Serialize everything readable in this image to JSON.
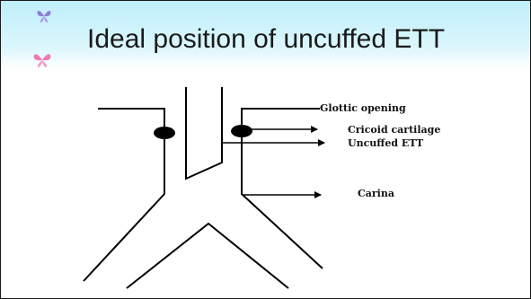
{
  "slide": {
    "title": "Ideal position of uncuffed ETT"
  },
  "diagram": {
    "labels": {
      "glottic": "Glottic opening",
      "cricoid": "Cricoid cartilage",
      "ett": "Uncuffed ETT",
      "carina": "Carina"
    }
  },
  "colors": {
    "header_top": "#bfeefa",
    "butterfly_blue": "#8b7fd6",
    "butterfly_pink": "#f07ab8",
    "line": "#000000"
  },
  "icons": [
    "butterfly-blue-icon",
    "butterfly-pink-icon"
  ]
}
